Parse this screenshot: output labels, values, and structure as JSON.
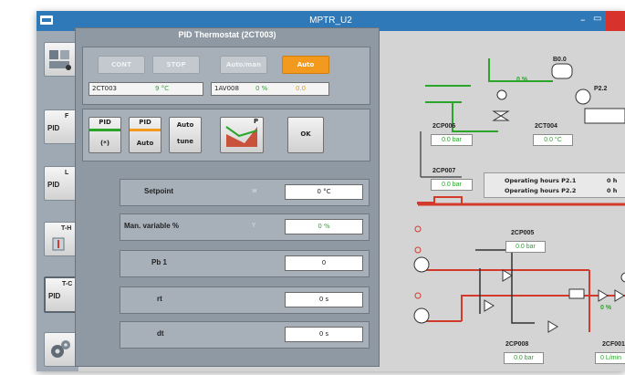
{
  "window": {
    "title": "MPTR_U2"
  },
  "toolbar": {
    "items": [
      {
        "main": "",
        "sup": "",
        "name": "overview"
      },
      {
        "main": "PID",
        "sup": "F"
      },
      {
        "main": "PID",
        "sup": "L"
      },
      {
        "main": "",
        "sup": "T-H"
      },
      {
        "main": "PID",
        "sup": "T-C"
      },
      {
        "main": "",
        "sup": "",
        "name": "settings"
      }
    ]
  },
  "pid": {
    "title": "PID Thermostat (2CT003)",
    "modes": {
      "cont": "CONT",
      "stop": "STOP",
      "automan": "Auto/man",
      "auto": "Auto"
    },
    "input_tag": "2CT003",
    "input_value": "9 °C",
    "output_tag": "1AV008",
    "output_value": "0 %",
    "output_extra": "0.0",
    "buttons": {
      "pid1_top": "PID",
      "pid1_bot": "(*)",
      "pid2_top": "PID",
      "pid2_bot": "Auto",
      "autotune_top": "Auto",
      "autotune_bot": "tune",
      "ok": "OK",
      "graph_sup": "P"
    },
    "rows": [
      {
        "label": "Setpoint",
        "unit": "w",
        "value": "0 °C"
      },
      {
        "label": "Man. variable %",
        "unit": "Y",
        "value": "0 %"
      },
      {
        "label": "Pb 1",
        "unit": "",
        "value": "0"
      },
      {
        "label": "rt",
        "unit": "",
        "value": "0 s"
      },
      {
        "label": "dt",
        "unit": "",
        "value": "0 s"
      }
    ]
  },
  "plant": {
    "p22_label": "P2.2",
    "p22_top": "B0.0",
    "tags": {
      "cp006": "2CP006",
      "cp006_val": "0.0 bar",
      "ct004": "2CT004",
      "ct004_val": "0.0 °C",
      "cp007": "2CP007",
      "cp007_val": "0.0 bar",
      "cp005": "2CP005",
      "cp005_val": "0.0 bar",
      "cp008": "2CP008",
      "cp008_val": "0.0 bar",
      "cf001": "2CF001",
      "cf001_val": "0 L/min",
      "green_pct": "0 %",
      "green_pct2": "0 %"
    },
    "op_hours": [
      {
        "label": "Operating hours P2.1",
        "value": "0 h"
      },
      {
        "label": "Operating hours P2.2",
        "value": "0 h"
      }
    ]
  },
  "colors": {
    "title_bar": "#2f79b8",
    "accent": "#f39a1e",
    "pipe_red": "#d33a2c",
    "pipe_green": "#2aa52a",
    "dialog": "#8f99a3"
  }
}
